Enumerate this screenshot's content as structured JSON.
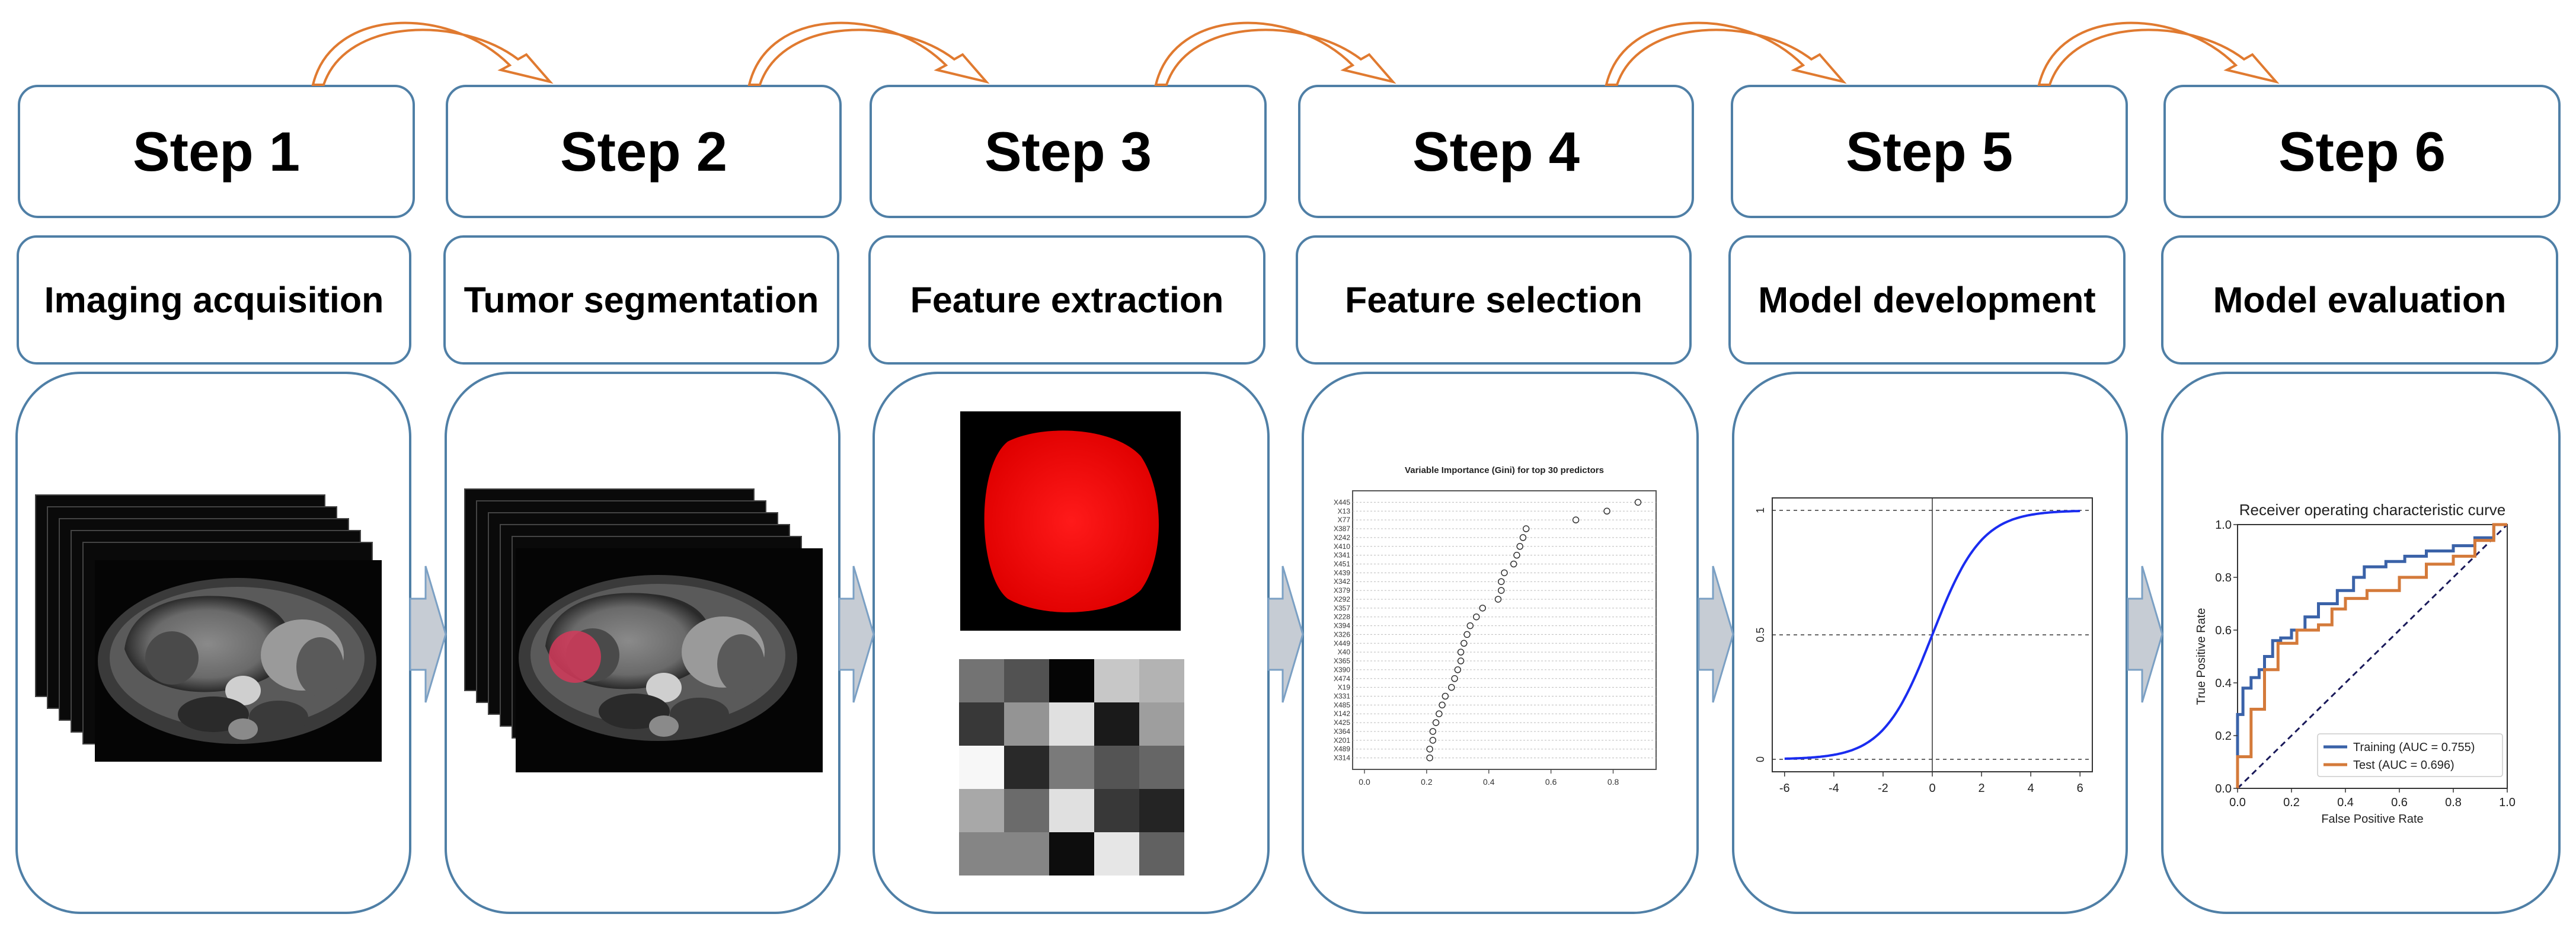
{
  "steps": [
    {
      "step_label": "Step 1",
      "title": "Imaging acquisition"
    },
    {
      "step_label": "Step 2",
      "title": "Tumor segmentation"
    },
    {
      "step_label": "Step 3",
      "title": "Feature extraction"
    },
    {
      "step_label": "Step 4",
      "title": "Feature selection"
    },
    {
      "step_label": "Step 5",
      "title": "Model development"
    },
    {
      "step_label": "Step 6",
      "title": "Model evaluation"
    }
  ],
  "colors": {
    "border": "#4f7fa6",
    "arrow": "#e07a30",
    "sigmoid": "#1a2cf0",
    "training": "#3a62a8",
    "test": "#d47a3a",
    "tumor_overlay": "#d43a5a",
    "feature_map": "#ff1a1a"
  },
  "feature_matrix": [
    [
      0.45,
      0.32,
      0.02,
      0.78,
      0.7
    ],
    [
      0.22,
      0.58,
      0.88,
      0.1,
      0.62
    ],
    [
      0.97,
      0.16,
      0.48,
      0.33,
      0.4
    ],
    [
      0.66,
      0.42,
      0.88,
      0.22,
      0.14
    ],
    [
      0.52,
      0.52,
      0.05,
      0.9,
      0.38
    ]
  ],
  "chart_data": [
    {
      "type": "scatter",
      "title": "Variable Importance (Gini) for top 30 predictors",
      "categories": [
        "X445",
        "X13",
        "X77",
        "X387",
        "X242",
        "X410",
        "X341",
        "X451",
        "X439",
        "X342",
        "X379",
        "X292",
        "X357",
        "X228",
        "X394",
        "X326",
        "X449",
        "X40",
        "X365",
        "X390",
        "X474",
        "X19",
        "X331",
        "X485",
        "X142",
        "X425",
        "X364",
        "X201",
        "X489",
        "X314"
      ],
      "values": [
        0.88,
        0.78,
        0.68,
        0.52,
        0.51,
        0.5,
        0.49,
        0.48,
        0.45,
        0.44,
        0.44,
        0.43,
        0.38,
        0.36,
        0.34,
        0.33,
        0.32,
        0.31,
        0.31,
        0.3,
        0.29,
        0.28,
        0.26,
        0.25,
        0.24,
        0.23,
        0.22,
        0.22,
        0.21,
        0.21
      ],
      "x_ticks": [
        "0.0",
        "0.2",
        "0.4",
        "0.6",
        "0.8"
      ],
      "xlim": [
        0,
        0.9
      ]
    },
    {
      "type": "line",
      "title": "",
      "x_ticks": [
        "-6",
        "-4",
        "-2",
        "0",
        "2",
        "4",
        "6"
      ],
      "y_ticks": [
        "0",
        "0.5",
        "1"
      ],
      "xlim": [
        -6.5,
        6.5
      ],
      "ylim": [
        -0.05,
        1.05
      ],
      "function": "logistic"
    },
    {
      "type": "line",
      "title": "Receiver operating characteristic curve",
      "xlabel": "False Positive Rate",
      "ylabel": "True Positive Rate",
      "x_ticks": [
        "0.0",
        "0.2",
        "0.4",
        "0.6",
        "0.8",
        "1.0"
      ],
      "y_ticks": [
        "0.0",
        "0.2",
        "0.4",
        "0.6",
        "0.8",
        "1.0"
      ],
      "xlim": [
        0,
        1
      ],
      "ylim": [
        0,
        1
      ],
      "legend_position": "lower-right",
      "series": [
        {
          "name": "Training (AUC = 0.755)",
          "x": [
            0,
            0,
            0.02,
            0.02,
            0.05,
            0.05,
            0.08,
            0.08,
            0.1,
            0.1,
            0.13,
            0.13,
            0.16,
            0.16,
            0.2,
            0.2,
            0.25,
            0.25,
            0.3,
            0.3,
            0.37,
            0.37,
            0.43,
            0.43,
            0.47,
            0.47,
            0.55,
            0.55,
            0.62,
            0.62,
            0.7,
            0.7,
            0.8,
            0.8,
            0.88,
            0.88,
            0.95,
            0.95,
            1.0
          ],
          "y": [
            0,
            0.28,
            0.28,
            0.38,
            0.38,
            0.42,
            0.42,
            0.45,
            0.45,
            0.5,
            0.5,
            0.56,
            0.56,
            0.57,
            0.57,
            0.6,
            0.6,
            0.65,
            0.65,
            0.7,
            0.7,
            0.75,
            0.75,
            0.8,
            0.8,
            0.84,
            0.84,
            0.86,
            0.86,
            0.88,
            0.88,
            0.9,
            0.9,
            0.92,
            0.92,
            0.95,
            0.95,
            1.0,
            1.0
          ]
        },
        {
          "name": "Test (AUC = 0.696)",
          "x": [
            0,
            0,
            0.05,
            0.05,
            0.1,
            0.1,
            0.15,
            0.15,
            0.22,
            0.22,
            0.3,
            0.3,
            0.35,
            0.35,
            0.4,
            0.4,
            0.48,
            0.48,
            0.6,
            0.6,
            0.7,
            0.7,
            0.8,
            0.8,
            0.88,
            0.88,
            0.95,
            0.95,
            1.0
          ],
          "y": [
            0,
            0.12,
            0.12,
            0.3,
            0.3,
            0.45,
            0.45,
            0.55,
            0.55,
            0.6,
            0.6,
            0.62,
            0.62,
            0.68,
            0.68,
            0.72,
            0.72,
            0.75,
            0.75,
            0.8,
            0.8,
            0.85,
            0.85,
            0.88,
            0.88,
            0.94,
            0.94,
            1.0,
            1.0
          ]
        }
      ],
      "diagonal": true
    }
  ]
}
